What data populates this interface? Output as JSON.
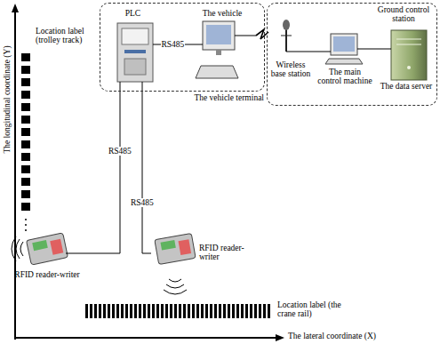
{
  "diagram": {
    "nodes": [
      {
        "text": [
          "The vehicle terminal"
        ]
      },
      {
        "text": [
          "PLC"
        ],
        "in": 0
      },
      {
        "text": [
          "The vehicle"
        ],
        "in": 0
      },
      {
        "text": [
          "Ground control station"
        ]
      },
      {
        "text": [
          "Wireless base station"
        ],
        "in": 3
      },
      {
        "text": [
          "The main control machine"
        ],
        "in": 3
      },
      {
        "text": [
          "The data server"
        ],
        "in": 3
      },
      {
        "text": [
          "RFID reader-writer"
        ]
      },
      {
        "text": [
          "RFID reader-writer"
        ]
      }
    ],
    "edges": [
      {
        "from": 1,
        "to": 2,
        "arrow": "none",
        "label": "RS485"
      },
      {
        "from": 1,
        "to": 7,
        "arrow": "none",
        "label": "RS485"
      },
      {
        "from": 1,
        "to": 8,
        "arrow": "none",
        "label": "RS485"
      },
      {
        "from": 2,
        "to": 4,
        "arrow": "none"
      },
      {
        "from": 4,
        "to": 5,
        "arrow": "none"
      },
      {
        "from": 5,
        "to": 6,
        "arrow": "none"
      }
    ],
    "labels": [
      "Location label (trolley track)",
      "Location label (the crane rail)",
      "The longitudinal coordinate (Y)",
      "The lateral coordinate (X)"
    ]
  }
}
